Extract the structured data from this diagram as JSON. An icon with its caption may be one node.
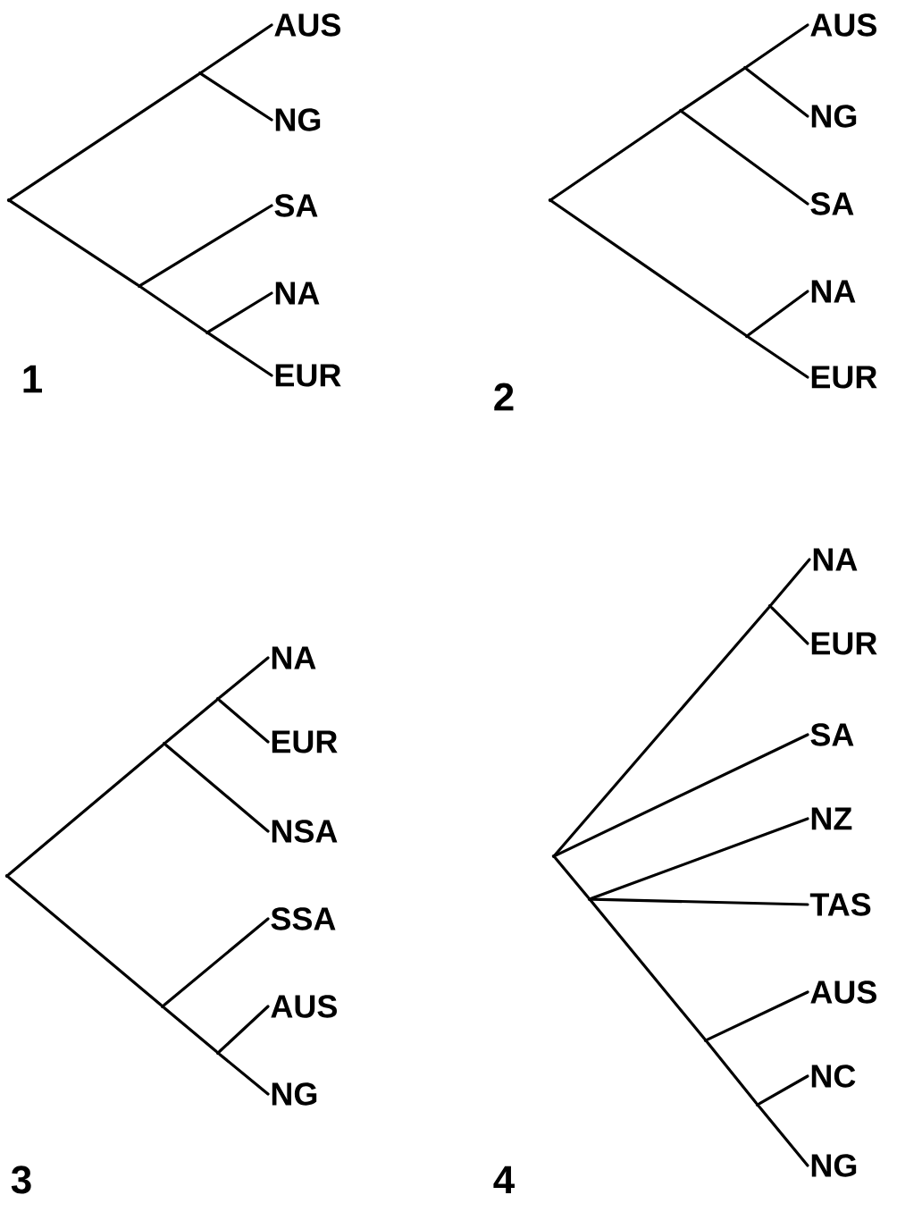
{
  "diagram": {
    "nodes": [
      {
        "text": [],
        "shape": "point"
      },
      {
        "text": [],
        "shape": "point"
      },
      {
        "text": [
          "AUS"
        ]
      },
      {
        "text": [
          "NG"
        ]
      },
      {
        "text": [],
        "shape": "point"
      },
      {
        "text": [
          "SA"
        ]
      },
      {
        "text": [],
        "shape": "point"
      },
      {
        "text": [
          "NA"
        ]
      },
      {
        "text": [
          "EUR"
        ]
      },
      {
        "text": [],
        "shape": "point"
      },
      {
        "text": [],
        "shape": "point"
      },
      {
        "text": [],
        "shape": "point"
      },
      {
        "text": [
          "AUS"
        ]
      },
      {
        "text": [
          "NG"
        ]
      },
      {
        "text": [
          "SA"
        ]
      },
      {
        "text": [],
        "shape": "point"
      },
      {
        "text": [
          "NA"
        ]
      },
      {
        "text": [
          "EUR"
        ]
      },
      {
        "text": [],
        "shape": "point"
      },
      {
        "text": [],
        "shape": "point"
      },
      {
        "text": [],
        "shape": "point"
      },
      {
        "text": [
          "NA"
        ]
      },
      {
        "text": [
          "EUR"
        ]
      },
      {
        "text": [
          "NSA"
        ]
      },
      {
        "text": [],
        "shape": "point"
      },
      {
        "text": [
          "SSA"
        ]
      },
      {
        "text": [],
        "shape": "point"
      },
      {
        "text": [
          "AUS"
        ]
      },
      {
        "text": [
          "NG"
        ]
      },
      {
        "text": [],
        "shape": "point"
      },
      {
        "text": [],
        "shape": "point"
      },
      {
        "text": [
          "NA"
        ]
      },
      {
        "text": [
          "EUR"
        ]
      },
      {
        "text": [
          "SA"
        ]
      },
      {
        "text": [],
        "shape": "point"
      },
      {
        "text": [
          "NZ"
        ]
      },
      {
        "text": [
          "TAS"
        ]
      },
      {
        "text": [],
        "shape": "point"
      },
      {
        "text": [
          "AUS"
        ]
      },
      {
        "text": [],
        "shape": "point"
      },
      {
        "text": [
          "NC"
        ]
      },
      {
        "text": [
          "NG"
        ]
      }
    ],
    "edges": [
      {
        "from": 0,
        "to": 1,
        "arrow": "none"
      },
      {
        "from": 1,
        "to": 2,
        "arrow": "none"
      },
      {
        "from": 1,
        "to": 3,
        "arrow": "none"
      },
      {
        "from": 0,
        "to": 4,
        "arrow": "none"
      },
      {
        "from": 4,
        "to": 5,
        "arrow": "none"
      },
      {
        "from": 4,
        "to": 6,
        "arrow": "none"
      },
      {
        "from": 6,
        "to": 7,
        "arrow": "none"
      },
      {
        "from": 6,
        "to": 8,
        "arrow": "none"
      },
      {
        "from": 9,
        "to": 10,
        "arrow": "none"
      },
      {
        "from": 10,
        "to": 11,
        "arrow": "none"
      },
      {
        "from": 11,
        "to": 12,
        "arrow": "none"
      },
      {
        "from": 11,
        "to": 13,
        "arrow": "none"
      },
      {
        "from": 10,
        "to": 14,
        "arrow": "none"
      },
      {
        "from": 9,
        "to": 15,
        "arrow": "none"
      },
      {
        "from": 15,
        "to": 16,
        "arrow": "none"
      },
      {
        "from": 15,
        "to": 17,
        "arrow": "none"
      },
      {
        "from": 18,
        "to": 19,
        "arrow": "none"
      },
      {
        "from": 19,
        "to": 20,
        "arrow": "none"
      },
      {
        "from": 20,
        "to": 21,
        "arrow": "none"
      },
      {
        "from": 20,
        "to": 22,
        "arrow": "none"
      },
      {
        "from": 19,
        "to": 23,
        "arrow": "none"
      },
      {
        "from": 18,
        "to": 24,
        "arrow": "none"
      },
      {
        "from": 24,
        "to": 25,
        "arrow": "none"
      },
      {
        "from": 24,
        "to": 26,
        "arrow": "none"
      },
      {
        "from": 26,
        "to": 27,
        "arrow": "none"
      },
      {
        "from": 26,
        "to": 28,
        "arrow": "none"
      },
      {
        "from": 29,
        "to": 30,
        "arrow": "none"
      },
      {
        "from": 30,
        "to": 31,
        "arrow": "none"
      },
      {
        "from": 30,
        "to": 32,
        "arrow": "none"
      },
      {
        "from": 29,
        "to": 33,
        "arrow": "none"
      },
      {
        "from": 29,
        "to": 34,
        "arrow": "none"
      },
      {
        "from": 34,
        "to": 35,
        "arrow": "none"
      },
      {
        "from": 34,
        "to": 36,
        "arrow": "none"
      },
      {
        "from": 34,
        "to": 37,
        "arrow": "none"
      },
      {
        "from": 37,
        "to": 38,
        "arrow": "none"
      },
      {
        "from": 37,
        "to": 39,
        "arrow": "none"
      },
      {
        "from": 39,
        "to": 40,
        "arrow": "none"
      },
      {
        "from": 39,
        "to": 41,
        "arrow": "none"
      }
    ],
    "labels": [
      "1",
      "2",
      "3",
      "4"
    ]
  }
}
